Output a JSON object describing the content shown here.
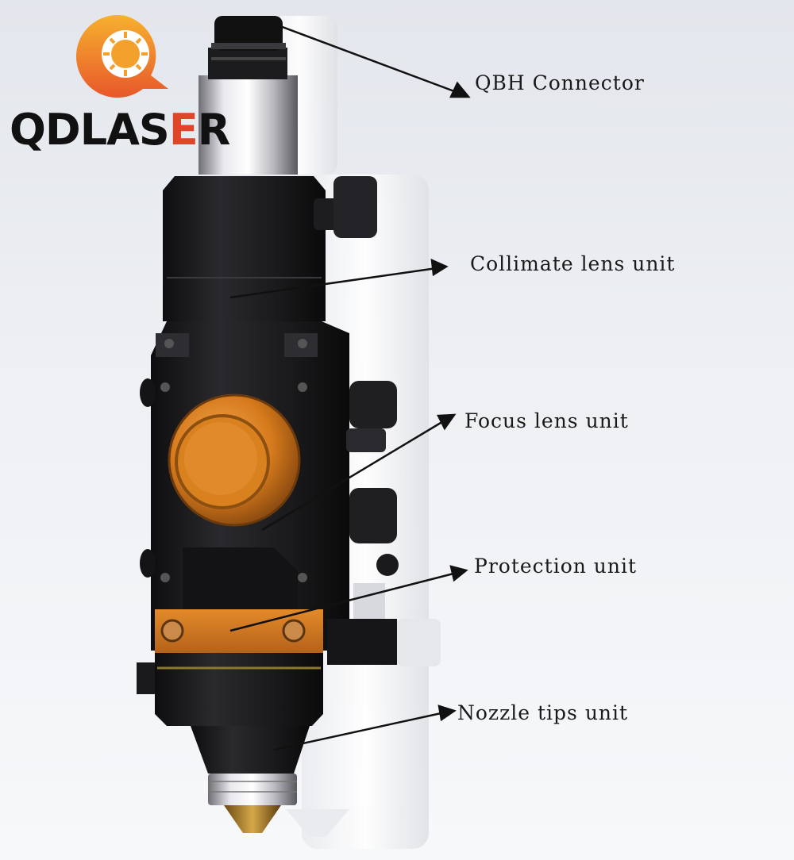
{
  "brand": {
    "name_part1": "QDLAS",
    "name_accent": "E",
    "name_part2": "R"
  },
  "callouts": [
    {
      "id": "qbh",
      "label": "QBH Connector"
    },
    {
      "id": "collimate",
      "label": "Collimate lens unit"
    },
    {
      "id": "focus",
      "label": "Focus lens unit"
    },
    {
      "id": "protection",
      "label": "Protection unit"
    },
    {
      "id": "nozzle",
      "label": "Nozzle tips unit"
    }
  ],
  "colors": {
    "body_black": "#1c1c1e",
    "copper": "#d9801f",
    "copper_dark": "#9a5312",
    "brand_orange": "#f2a02a",
    "brand_red": "#e0452a"
  }
}
